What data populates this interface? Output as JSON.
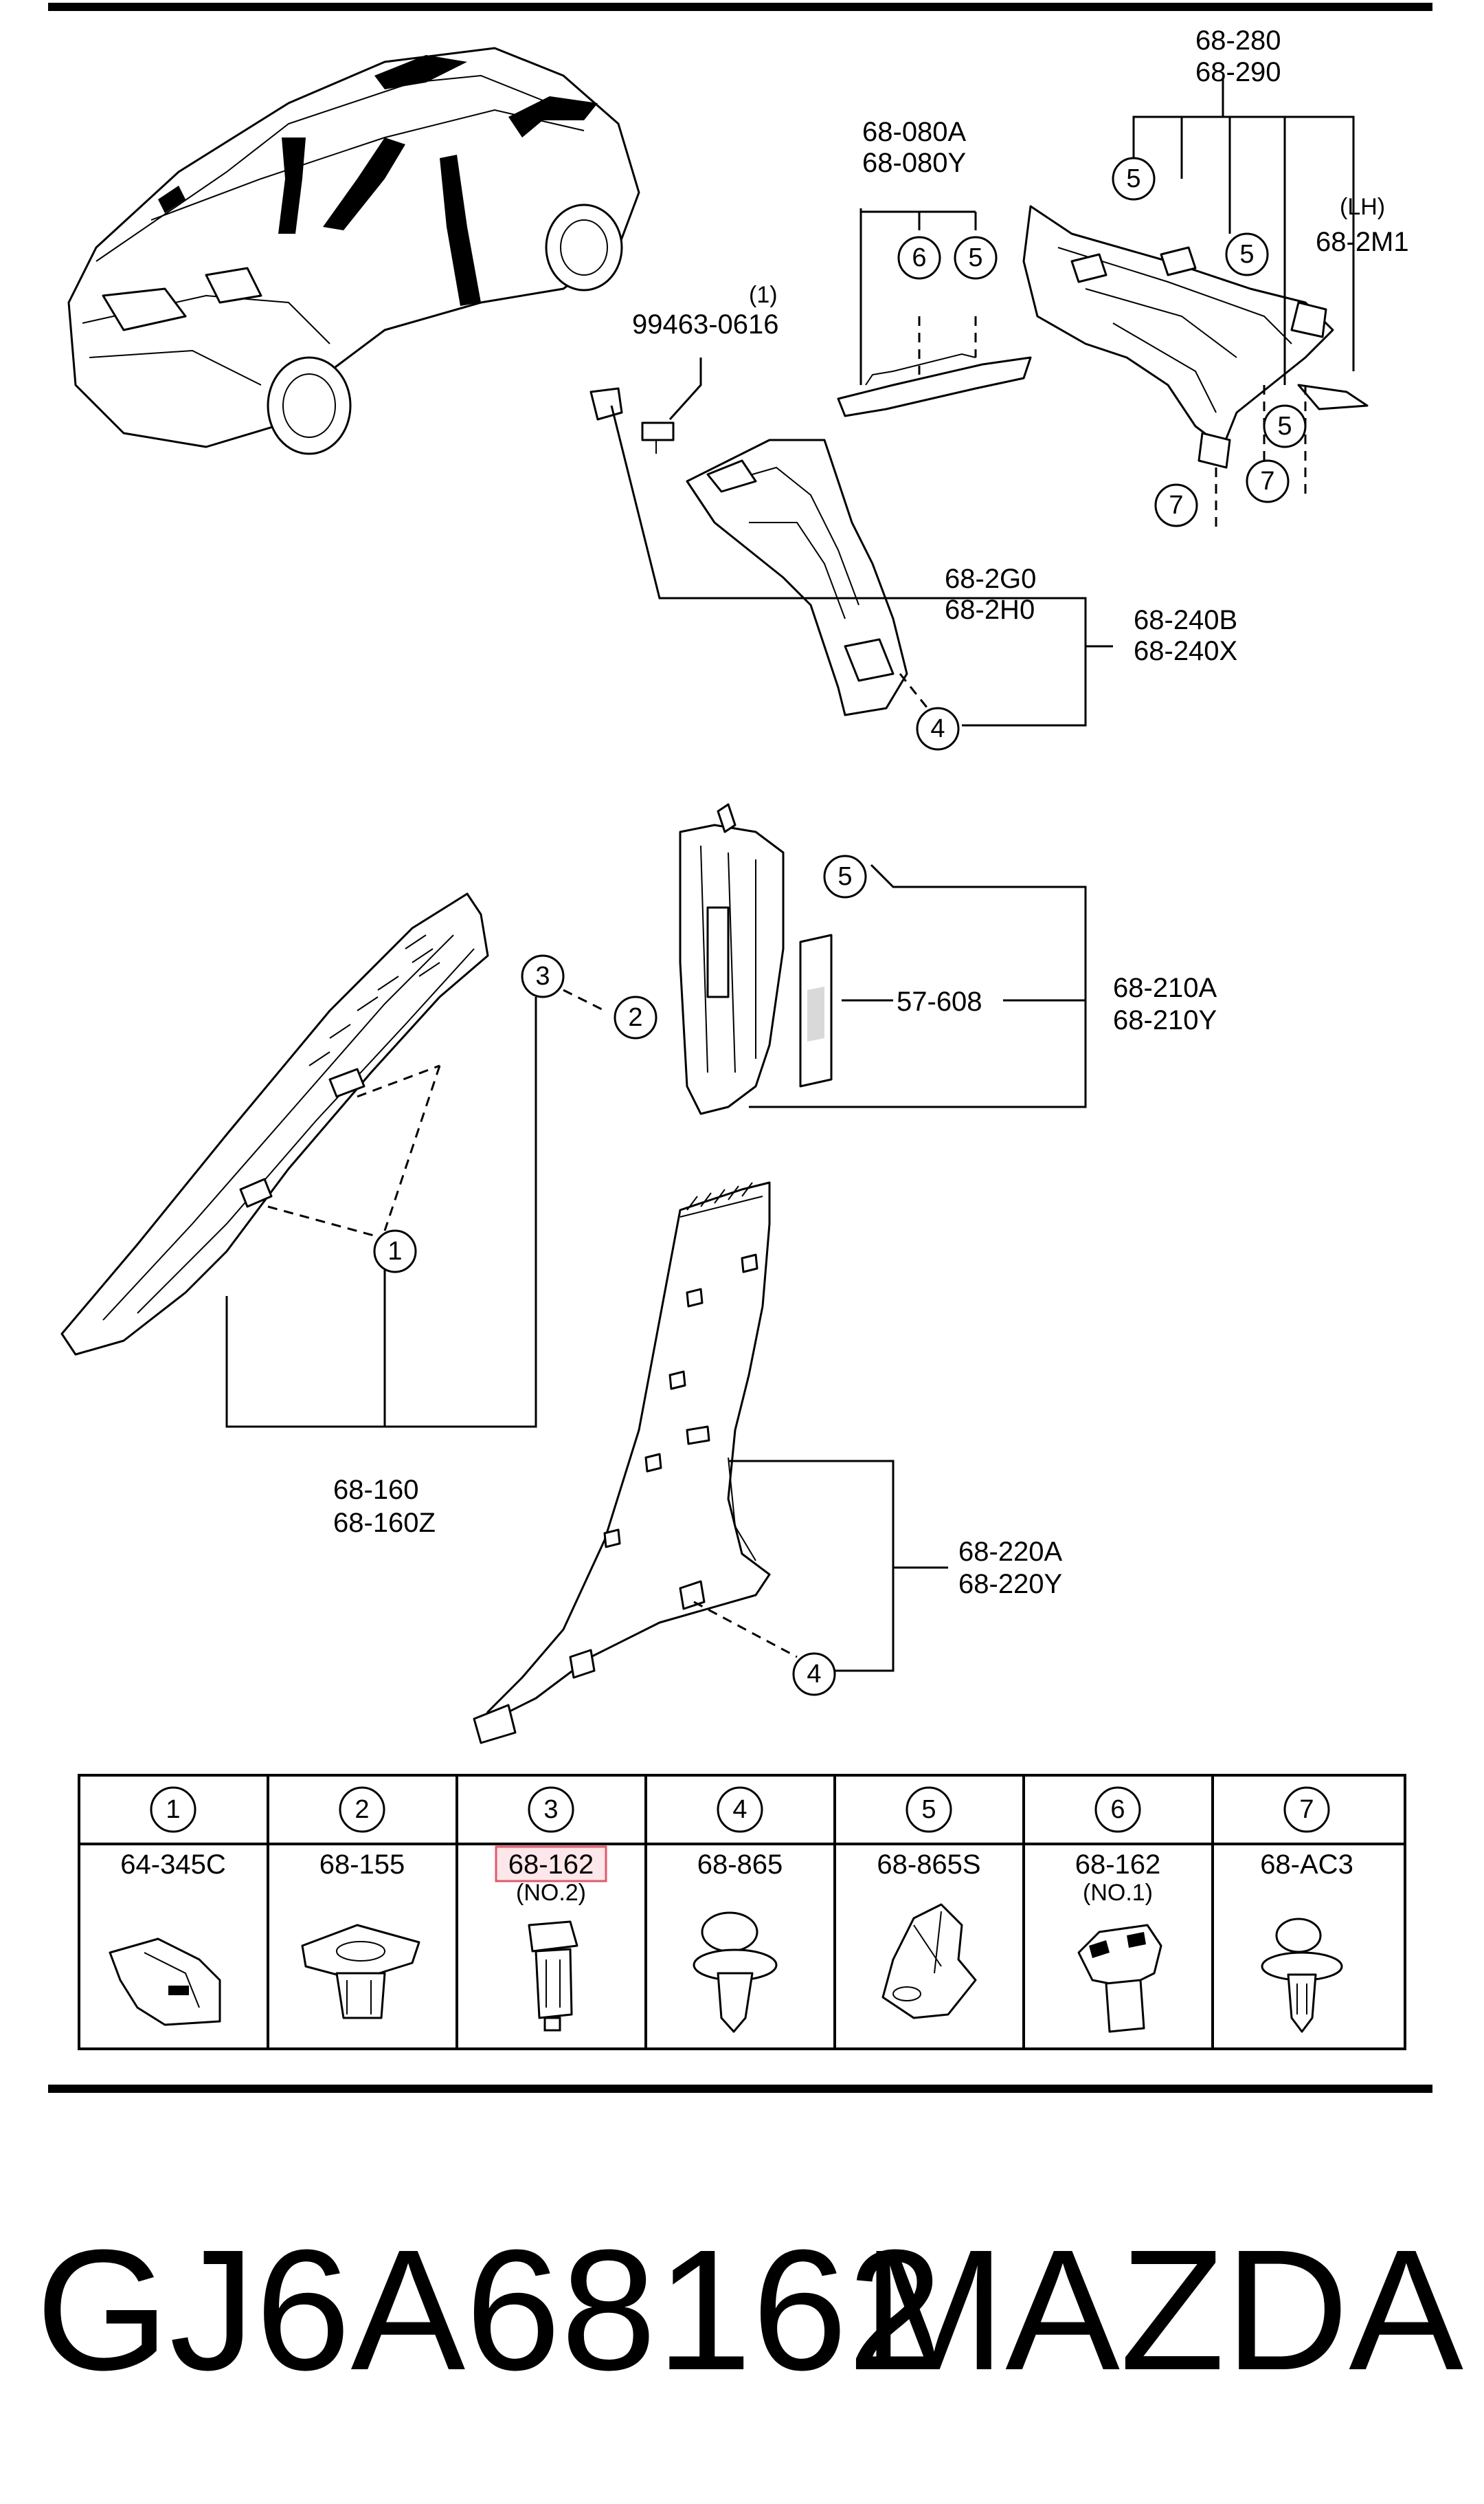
{
  "labels": {
    "p68_280": "68-280",
    "p68_290": "68-290",
    "lh": "(LH)",
    "p68_2M1": "68-2M1",
    "p68_080A": "68-080A",
    "p68_080Y": "68-080Y",
    "qty1": "(1)",
    "p99463": "99463-0616",
    "p68_2G0": "68-2G0",
    "p68_2H0": "68-2H0",
    "p68_240B": "68-240B",
    "p68_240X": "68-240X",
    "p57_608": "57-608",
    "p68_210A": "68-210A",
    "p68_210Y": "68-210Y",
    "p68_160": "68-160",
    "p68_160Z": "68-160Z",
    "p68_220A": "68-220A",
    "p68_220Y": "68-220Y"
  },
  "callouts": [
    "1",
    "2",
    "3",
    "4",
    "5",
    "6",
    "7"
  ],
  "legend": [
    {
      "num": "1",
      "part": "64-345C",
      "note": ""
    },
    {
      "num": "2",
      "part": "68-155",
      "note": ""
    },
    {
      "num": "3",
      "part": "68-162",
      "note": "(NO.2)"
    },
    {
      "num": "4",
      "part": "68-865",
      "note": ""
    },
    {
      "num": "5",
      "part": "68-865S",
      "note": ""
    },
    {
      "num": "6",
      "part": "68-162",
      "note": "(NO.1)"
    },
    {
      "num": "7",
      "part": "68-AC3",
      "note": ""
    }
  ],
  "highlight_color": "#e05a6a",
  "footer": {
    "part_number": "GJ6A68162",
    "brand": "MAZDA"
  }
}
